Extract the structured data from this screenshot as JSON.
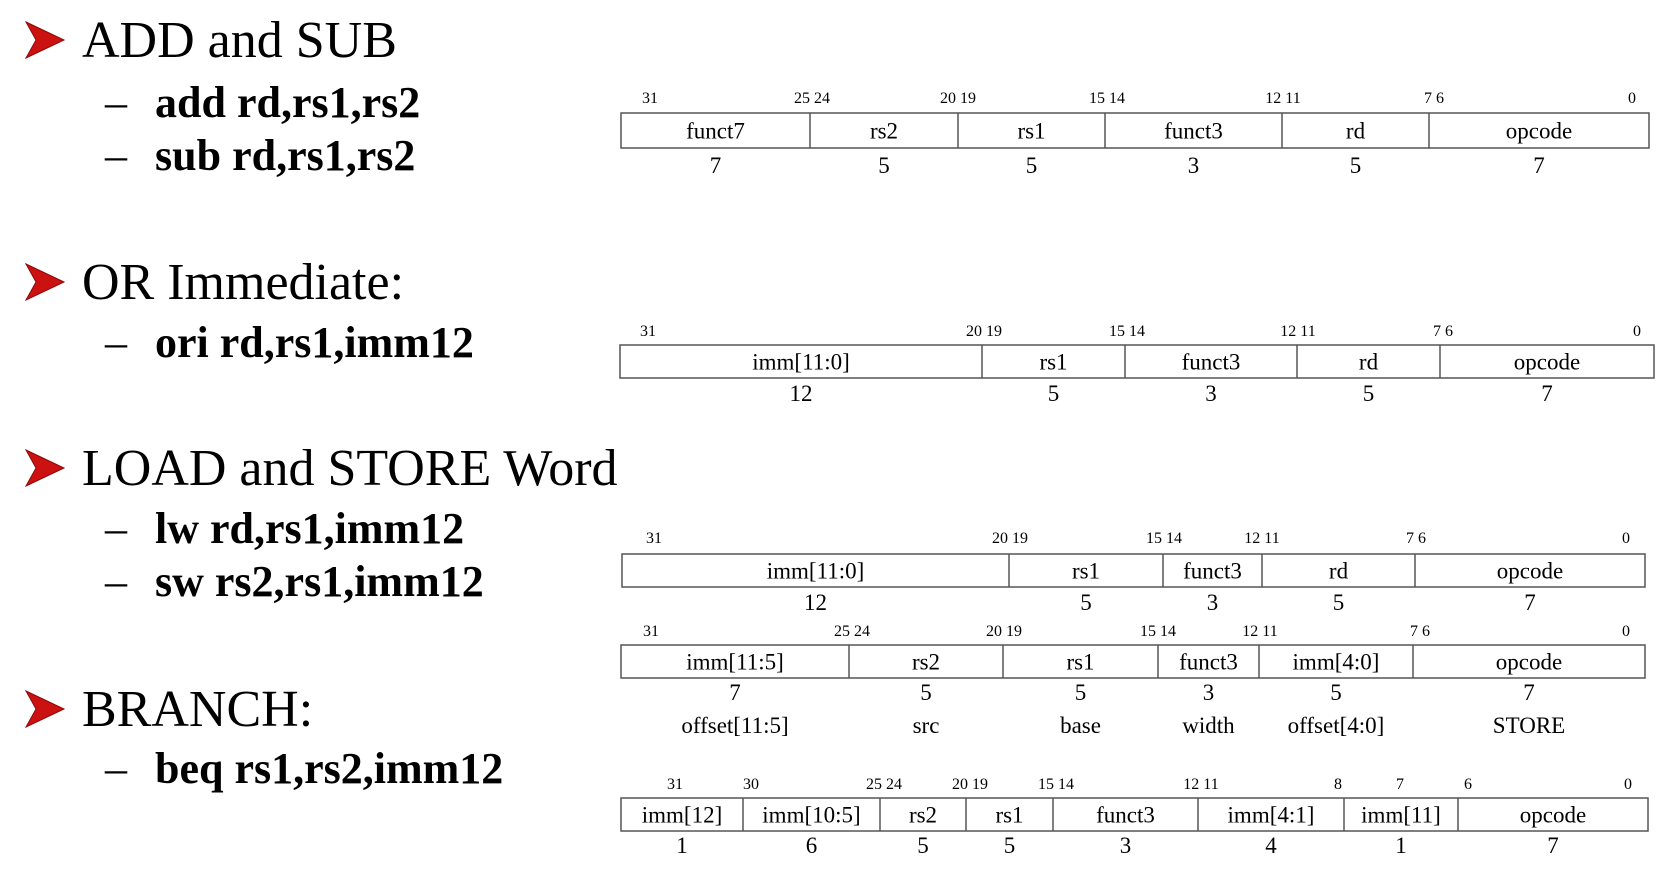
{
  "colors": {
    "bullet": "#cc1111",
    "text": "#000000",
    "box_border": "#555555"
  },
  "sections": [
    {
      "heading": "ADD and SUB",
      "instructions": [
        "add rd,rs1,rs2",
        "sub rd,rs1,rs2"
      ]
    },
    {
      "heading": "OR Immediate:",
      "instructions": [
        "ori rd,rs1,imm12"
      ]
    },
    {
      "heading": "LOAD and STORE Word",
      "instructions": [
        "lw rd,rs1,imm12",
        "sw rs2,rs1,imm12"
      ]
    },
    {
      "heading": "BRANCH:",
      "instructions": [
        "beq rs1,rs2,imm12"
      ]
    }
  ],
  "dash": "–",
  "formats": [
    {
      "id": "r-type",
      "bits": [
        "31",
        "25 24",
        "20 19",
        "15 14",
        "12 11",
        "7 6",
        "0"
      ],
      "fields": [
        {
          "name": "funct7",
          "width": "7"
        },
        {
          "name": "rs2",
          "width": "5"
        },
        {
          "name": "rs1",
          "width": "5"
        },
        {
          "name": "funct3",
          "width": "3"
        },
        {
          "name": "rd",
          "width": "5"
        },
        {
          "name": "opcode",
          "width": "7"
        }
      ]
    },
    {
      "id": "i-type-ori",
      "bits": [
        "31",
        "20 19",
        "15 14",
        "12 11",
        "7 6",
        "0"
      ],
      "fields": [
        {
          "name": "imm[11:0]",
          "width": "12"
        },
        {
          "name": "rs1",
          "width": "5"
        },
        {
          "name": "funct3",
          "width": "3"
        },
        {
          "name": "rd",
          "width": "5"
        },
        {
          "name": "opcode",
          "width": "7"
        }
      ]
    },
    {
      "id": "i-type-load",
      "bits": [
        "31",
        "20 19",
        "15 14",
        "12 11",
        "7 6",
        "0"
      ],
      "fields": [
        {
          "name": "imm[11:0]",
          "width": "12"
        },
        {
          "name": "rs1",
          "width": "5"
        },
        {
          "name": "funct3",
          "width": "3"
        },
        {
          "name": "rd",
          "width": "5"
        },
        {
          "name": "opcode",
          "width": "7"
        }
      ]
    },
    {
      "id": "s-type",
      "bits": [
        "31",
        "25 24",
        "20 19",
        "15 14",
        "12 11",
        "7 6",
        "0"
      ],
      "fields": [
        {
          "name": "imm[11:5]",
          "width": "7",
          "sub": "offset[11:5]"
        },
        {
          "name": "rs2",
          "width": "5",
          "sub": "src"
        },
        {
          "name": "rs1",
          "width": "5",
          "sub": "base"
        },
        {
          "name": "funct3",
          "width": "3",
          "sub": "width"
        },
        {
          "name": "imm[4:0]",
          "width": "5",
          "sub": "offset[4:0]"
        },
        {
          "name": "opcode",
          "width": "7",
          "sub": "STORE"
        }
      ]
    },
    {
      "id": "b-type",
      "bits": [
        "31",
        "30",
        "25 24",
        "20 19",
        "15 14",
        "12 11",
        "8",
        "7",
        "6",
        "0"
      ],
      "fields": [
        {
          "name": "imm[12]",
          "width": "1"
        },
        {
          "name": "imm[10:5]",
          "width": "6"
        },
        {
          "name": "rs2",
          "width": "5"
        },
        {
          "name": "rs1",
          "width": "5"
        },
        {
          "name": "funct3",
          "width": "3"
        },
        {
          "name": "imm[4:1]",
          "width": "4"
        },
        {
          "name": "imm[11]",
          "width": "1"
        },
        {
          "name": "opcode",
          "width": "7"
        }
      ]
    }
  ]
}
